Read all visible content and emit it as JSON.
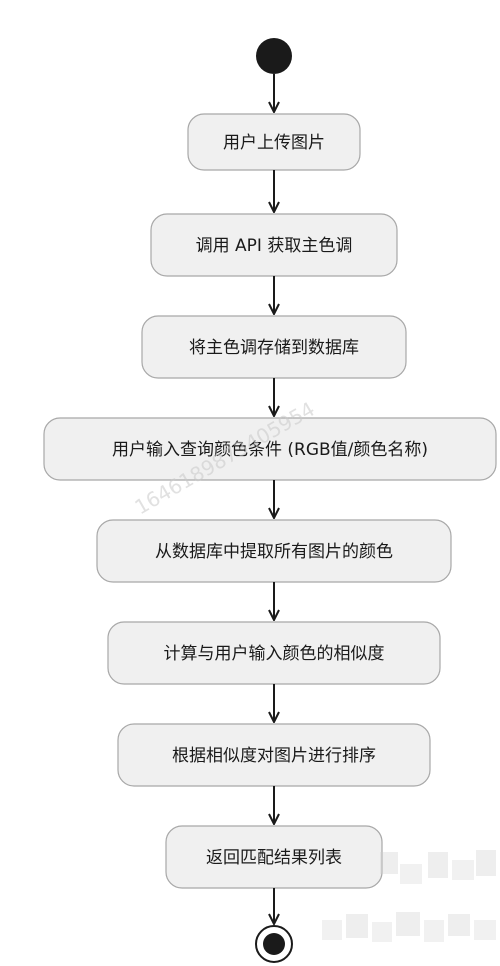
{
  "diagram": {
    "type": "activity-flowchart",
    "colors": {
      "node_fill": "#f0f0f0",
      "node_stroke": "#a8a8a8",
      "line": "#1a1a1a",
      "start_node": "#1a1a1a"
    },
    "steps": [
      "用户上传图片",
      "调用 API 获取主色调",
      "将主色调存储到数据库",
      "用户输入查询颜色条件 (RGB值/颜色名称)",
      "从数据库中提取所有图片的颜色",
      "计算与用户输入颜色的相似度",
      "根据相似度对图片进行排序",
      "返回匹配结果列表"
    ],
    "watermark": "1646189873405954"
  }
}
